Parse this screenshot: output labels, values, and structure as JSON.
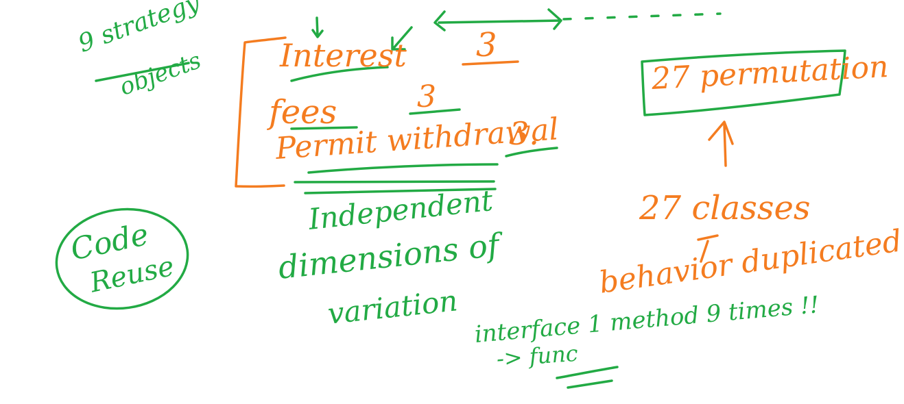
{
  "colors": {
    "green": "#22aa44",
    "orange": "#f47c20",
    "background": "#ffffff"
  },
  "notes": {
    "strategy": "9 strategy",
    "objects": "objects",
    "interest": "Interest",
    "interest_count": "3",
    "fees": "fees",
    "fees_count": "3",
    "permit_withdrawal": "Permit withdrawal",
    "permit_count": "3.",
    "independent": "Independent",
    "dimensions": "dimensions of",
    "variation": "variation",
    "code": "Code",
    "reuse": "Reuse",
    "permutation": "27 permutation",
    "classes": "27 classes",
    "behavior": "behavior duplicated",
    "interface": "interface 1 method 9 times !!",
    "func": "-> func"
  }
}
